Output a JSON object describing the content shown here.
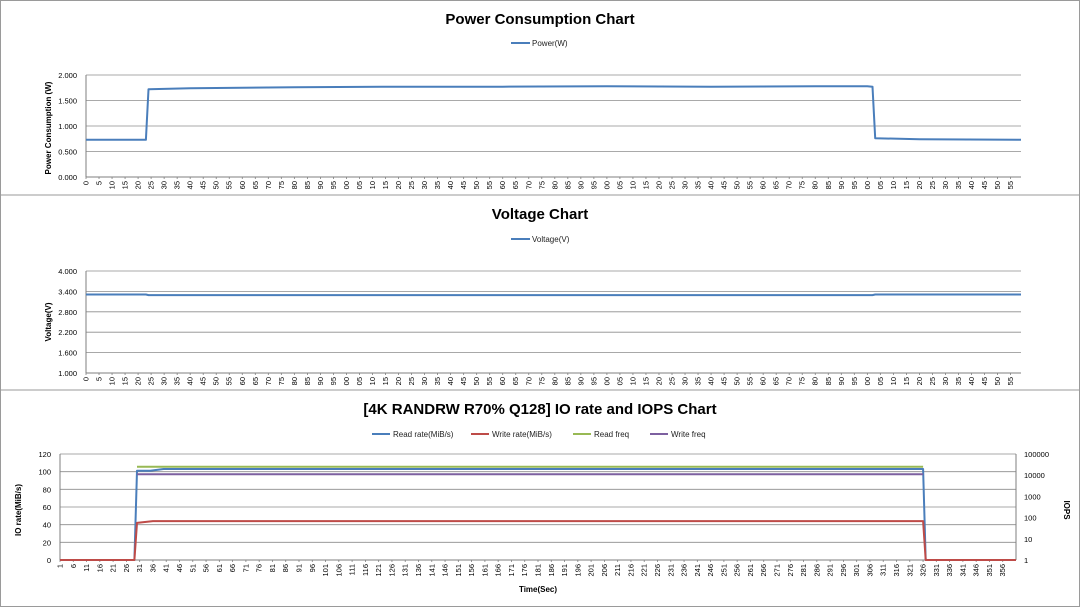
{
  "chart_data": [
    {
      "type": "line",
      "title": "Power Consumption Chart",
      "xlabel": "",
      "ylabel": "Power Consumption (W)",
      "ylim": [
        0,
        2
      ],
      "yticks": [
        "0.000",
        "0.500",
        "1.000",
        "1.500",
        "2.000"
      ],
      "x_range": [
        0,
        359
      ],
      "x_tick_step": 5,
      "x_tick_labels": [
        "0",
        "5",
        "10",
        "15",
        "20",
        "25",
        "30",
        "35",
        "40",
        "45",
        "50",
        "55",
        "60",
        "65",
        "70",
        "75",
        "80",
        "85",
        "90",
        "95",
        "00",
        "05",
        "10",
        "15",
        "20",
        "25",
        "30",
        "35",
        "40",
        "45",
        "50",
        "55",
        "60",
        "65",
        "70",
        "75",
        "80",
        "85",
        "90",
        "95",
        "00",
        "05",
        "10",
        "15",
        "20",
        "25",
        "30",
        "35",
        "40",
        "45",
        "50",
        "55",
        "60",
        "65",
        "70",
        "75",
        "80",
        "85",
        "90",
        "95",
        "00",
        "05",
        "10",
        "15",
        "20",
        "25",
        "30",
        "35",
        "40",
        "45",
        "50",
        "55"
      ],
      "grid": true,
      "legend_position": "top-center",
      "series": [
        {
          "name": "Power(W)",
          "color": "#4a7ebb",
          "points": [
            [
              0,
              0.73
            ],
            [
              23,
              0.73
            ],
            [
              24,
              1.72
            ],
            [
              40,
              1.74
            ],
            [
              80,
              1.76
            ],
            [
              120,
              1.77
            ],
            [
              160,
              1.77
            ],
            [
              200,
              1.78
            ],
            [
              240,
              1.77
            ],
            [
              280,
              1.78
            ],
            [
              300,
              1.78
            ],
            [
              302,
              1.77
            ],
            [
              303,
              0.76
            ],
            [
              320,
              0.74
            ],
            [
              359,
              0.73
            ]
          ]
        }
      ]
    },
    {
      "type": "line",
      "title": "Voltage Chart",
      "xlabel": "",
      "ylabel": "Voltage(V)",
      "ylim": [
        1,
        4
      ],
      "yticks": [
        "1.000",
        "1.600",
        "2.200",
        "2.800",
        "3.400",
        "4.000"
      ],
      "x_range": [
        0,
        359
      ],
      "x_tick_step": 5,
      "x_tick_labels": [
        "0",
        "5",
        "10",
        "15",
        "20",
        "25",
        "30",
        "35",
        "40",
        "45",
        "50",
        "55",
        "60",
        "65",
        "70",
        "75",
        "80",
        "85",
        "90",
        "95",
        "00",
        "05",
        "10",
        "15",
        "20",
        "25",
        "30",
        "35",
        "40",
        "45",
        "50",
        "55",
        "60",
        "65",
        "70",
        "75",
        "80",
        "85",
        "90",
        "95",
        "00",
        "05",
        "10",
        "15",
        "20",
        "25",
        "30",
        "35",
        "40",
        "45",
        "50",
        "55",
        "60",
        "65",
        "70",
        "75",
        "80",
        "85",
        "90",
        "95",
        "00",
        "05",
        "10",
        "15",
        "20",
        "25",
        "30",
        "35",
        "40",
        "45",
        "50",
        "55"
      ],
      "grid": true,
      "legend_position": "top-center",
      "series": [
        {
          "name": "Voltage(V)",
          "color": "#4a7ebb",
          "points": [
            [
              0,
              3.31
            ],
            [
              23,
              3.31
            ],
            [
              24,
              3.29
            ],
            [
              302,
              3.29
            ],
            [
              303,
              3.31
            ],
            [
              359,
              3.31
            ]
          ]
        }
      ]
    },
    {
      "type": "line",
      "title": "[4K RANDRW R70% Q128] IO rate and IOPS Chart",
      "xlabel": "Time(Sec)",
      "ylabel": "IO rate(MiB/s)",
      "y2label": "IOPS",
      "ylim": [
        0,
        120
      ],
      "yticks": [
        "0",
        "20",
        "40",
        "60",
        "80",
        "100",
        "120"
      ],
      "y2_scale": "log",
      "y2lim": [
        1,
        100000
      ],
      "y2ticks": [
        "1",
        "10",
        "100",
        "1000",
        "10000",
        "100000"
      ],
      "x_range": [
        1,
        361
      ],
      "x_tick_step": 5,
      "x_tick_labels": [
        "1",
        "6",
        "11",
        "16",
        "21",
        "26",
        "31",
        "36",
        "41",
        "46",
        "51",
        "56",
        "61",
        "66",
        "71",
        "76",
        "81",
        "86",
        "91",
        "96",
        "101",
        "106",
        "111",
        "116",
        "121",
        "126",
        "131",
        "136",
        "141",
        "146",
        "151",
        "156",
        "161",
        "166",
        "171",
        "176",
        "181",
        "186",
        "191",
        "196",
        "201",
        "206",
        "211",
        "216",
        "221",
        "226",
        "231",
        "236",
        "241",
        "246",
        "251",
        "256",
        "261",
        "266",
        "271",
        "276",
        "281",
        "286",
        "291",
        "296",
        "301",
        "306",
        "311",
        "316",
        "321",
        "326",
        "331",
        "336",
        "341",
        "346",
        "351",
        "356"
      ],
      "grid": true,
      "legend_position": "top-center",
      "series": [
        {
          "name": "Read rate(MiB/s)",
          "color": "#4a7ebb",
          "axis": "left",
          "points": [
            [
              1,
              0
            ],
            [
              29,
              0
            ],
            [
              30,
              101
            ],
            [
              35,
              101
            ],
            [
              40,
              103
            ],
            [
              80,
              103
            ],
            [
              120,
              103
            ],
            [
              160,
              103
            ],
            [
              200,
              103
            ],
            [
              240,
              103
            ],
            [
              280,
              103
            ],
            [
              320,
              103
            ],
            [
              326,
              103
            ],
            [
              327,
              0
            ],
            [
              361,
              0
            ]
          ]
        },
        {
          "name": "Write rate(MiB/s)",
          "color": "#be4b48",
          "axis": "left",
          "points": [
            [
              1,
              0
            ],
            [
              29,
              0
            ],
            [
              30,
              42
            ],
            [
              36,
              44
            ],
            [
              80,
              44
            ],
            [
              120,
              44
            ],
            [
              160,
              44
            ],
            [
              200,
              44
            ],
            [
              240,
              44
            ],
            [
              280,
              44
            ],
            [
              320,
              44
            ],
            [
              326,
              44
            ],
            [
              327,
              0
            ],
            [
              361,
              0
            ]
          ]
        },
        {
          "name": "Read freq",
          "color": "#98b954",
          "axis": "right",
          "points": [
            [
              30,
              25000
            ],
            [
              326,
              25000
            ]
          ]
        },
        {
          "name": "Write freq",
          "color": "#7d60a0",
          "axis": "right",
          "points": [
            [
              30,
              11000
            ],
            [
              326,
              11000
            ]
          ]
        }
      ]
    }
  ]
}
